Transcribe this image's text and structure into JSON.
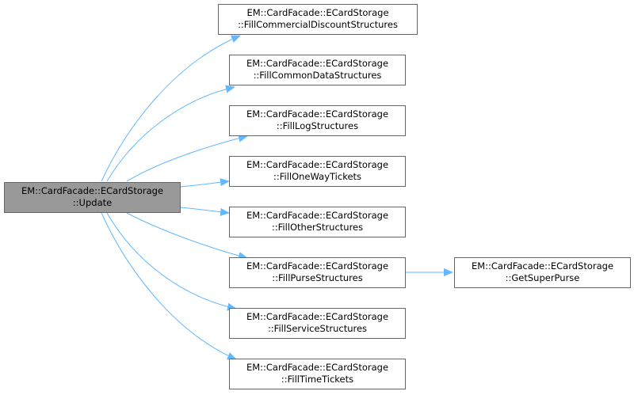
{
  "diagram": {
    "type": "call-graph",
    "colors": {
      "edge": "#63b8ff",
      "node_border": "#666666",
      "node_fill": "#ffffff",
      "root_fill": "#999999",
      "text": "#000000"
    },
    "root": {
      "id": "update",
      "line1": "EM::CardFacade::ECardStorage",
      "line2": "::Update"
    },
    "nodes": [
      {
        "id": "fill-commercial-discount-structures",
        "line1": "EM::CardFacade::ECardStorage",
        "line2": "::FillCommercialDiscountStructures"
      },
      {
        "id": "fill-common-data-structures",
        "line1": "EM::CardFacade::ECardStorage",
        "line2": "::FillCommonDataStructures"
      },
      {
        "id": "fill-log-structures",
        "line1": "EM::CardFacade::ECardStorage",
        "line2": "::FillLogStructures"
      },
      {
        "id": "fill-one-way-tickets",
        "line1": "EM::CardFacade::ECardStorage",
        "line2": "::FillOneWayTickets"
      },
      {
        "id": "fill-other-structures",
        "line1": "EM::CardFacade::ECardStorage",
        "line2": "::FillOtherStructures"
      },
      {
        "id": "fill-purse-structures",
        "line1": "EM::CardFacade::ECardStorage",
        "line2": "::FillPurseStructures"
      },
      {
        "id": "fill-service-structures",
        "line1": "EM::CardFacade::ECardStorage",
        "line2": "::FillServiceStructures"
      },
      {
        "id": "fill-time-tickets",
        "line1": "EM::CardFacade::ECardStorage",
        "line2": "::FillTimeTickets"
      },
      {
        "id": "get-super-purse",
        "line1": "EM::CardFacade::ECardStorage",
        "line2": "::GetSuperPurse"
      }
    ],
    "edges": [
      {
        "from": "update",
        "to": "fill-commercial-discount-structures"
      },
      {
        "from": "update",
        "to": "fill-common-data-structures"
      },
      {
        "from": "update",
        "to": "fill-log-structures"
      },
      {
        "from": "update",
        "to": "fill-one-way-tickets"
      },
      {
        "from": "update",
        "to": "fill-other-structures"
      },
      {
        "from": "update",
        "to": "fill-purse-structures"
      },
      {
        "from": "update",
        "to": "fill-service-structures"
      },
      {
        "from": "update",
        "to": "fill-time-tickets"
      },
      {
        "from": "fill-purse-structures",
        "to": "get-super-purse"
      }
    ]
  }
}
